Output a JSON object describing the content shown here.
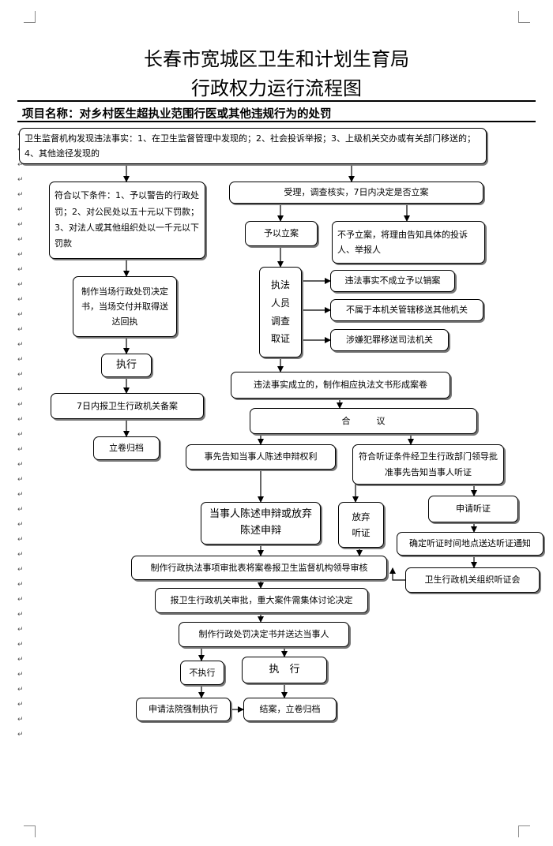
{
  "header": {
    "title_line1": "长春市宽城区卫生和计划生育局",
    "title_line2": "行政权力运行流程图",
    "project_name": "项目名称：对乡村医生超执业范围行医或其他违规行为的处罚"
  },
  "nodes": {
    "discovery": "卫生监督机构发现违法事实：1、在卫生监督管理中发现的；2、社会投诉举报；3、上级机关交办或有关部门移送的；4、其他途径发现的",
    "simple_conditions": "符合以下条件：1、予以警告的行政处罚；2、对公民处以五十元以下罚款；3、对法人或其他组织处以一千元以下罚款",
    "onsite_decision": "制作当场行政处罚决定书，当场交付并取得送达回执",
    "execute_simple": "执行",
    "report_7days": "7日内报卫生行政机关备案",
    "archive_simple": "立卷归档",
    "accept": "受理，调查核实，7日内决定是否立案",
    "file_case": "予以立案",
    "not_file": "不予立案，将理由告知具体的投诉人、举报人",
    "investigators": "执法人员调查取证",
    "revoke": "违法事实不成立予以销案",
    "transfer_other": "不属于本机关管辖移送其他机关",
    "transfer_judicial": "涉嫌犯罪移送司法机关",
    "dossier": "违法事实成立的，制作相应执法文书形成案卷",
    "deliberation": "合　　　议",
    "inform_rights": "事先告知当事人陈述申辩权利",
    "hearing_conditions": "符合听证条件经卫生行政部门领导批准事先告知当事人听证",
    "defense": "当事人陈述申辩或放弃陈述申辩",
    "waive_hearing": "放弃听证",
    "apply_hearing": "申请听证",
    "hearing_notice": "确定听证时间地点送达听证通知",
    "approval_form": "制作行政执法事项审批表将案卷报卫生监督机构领导审核",
    "hearing_org": "卫生行政机关组织听证会",
    "report_approval": "报卫生行政机关审批，重大案件需集体讨论决定",
    "penalty_decision": "制作行政处罚决定书并送达当事人",
    "not_execute": "不执行",
    "execute": "执　行",
    "court_enforce": "申请法院强制执行",
    "close_case": "结案，立卷归档"
  }
}
